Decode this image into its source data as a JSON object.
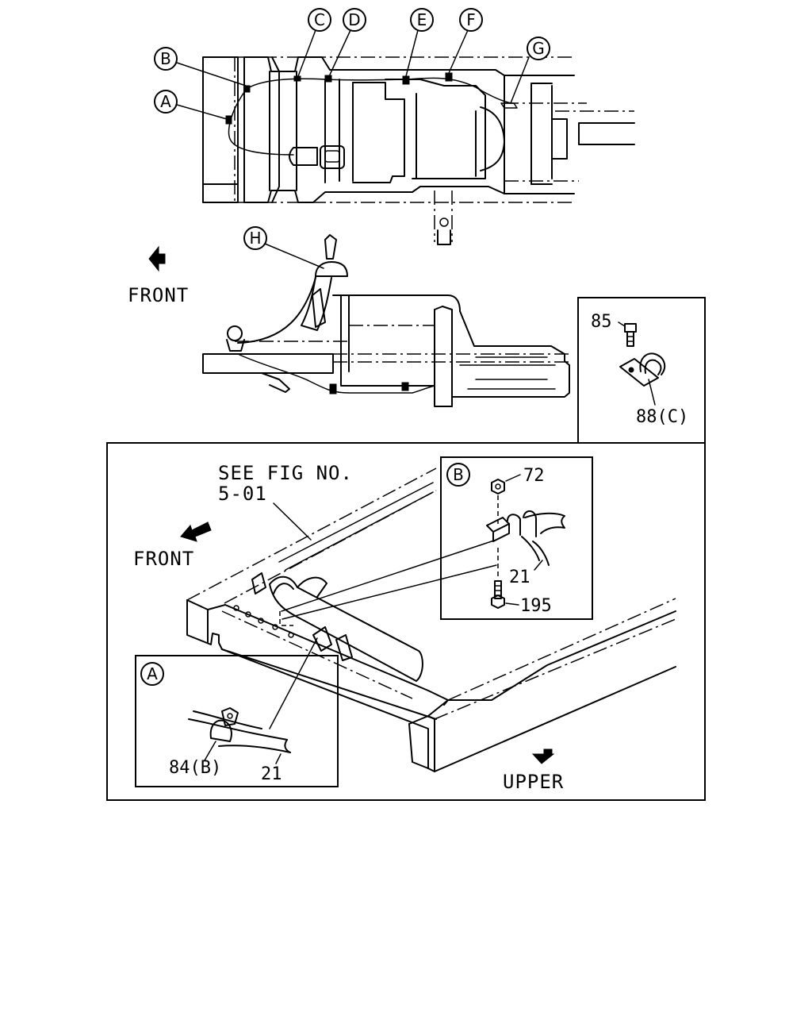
{
  "callouts": {
    "a": "A",
    "b": "B",
    "c": "C",
    "d": "D",
    "e": "E",
    "f": "F",
    "g": "G",
    "h": "H"
  },
  "labels": {
    "front_top": "FRONT",
    "front_detail": "FRONT",
    "upper": "UPPER",
    "see_fig_line1": "SEE FIG NO.",
    "see_fig_line2": "5-01"
  },
  "parts": {
    "p85": "85",
    "p88c": "88(C)",
    "p72": "72",
    "p21_b": "21",
    "p195": "195",
    "p84b": "84(B)",
    "p21_a": "21"
  },
  "detail_tags": {
    "b": "B",
    "a": "A"
  }
}
